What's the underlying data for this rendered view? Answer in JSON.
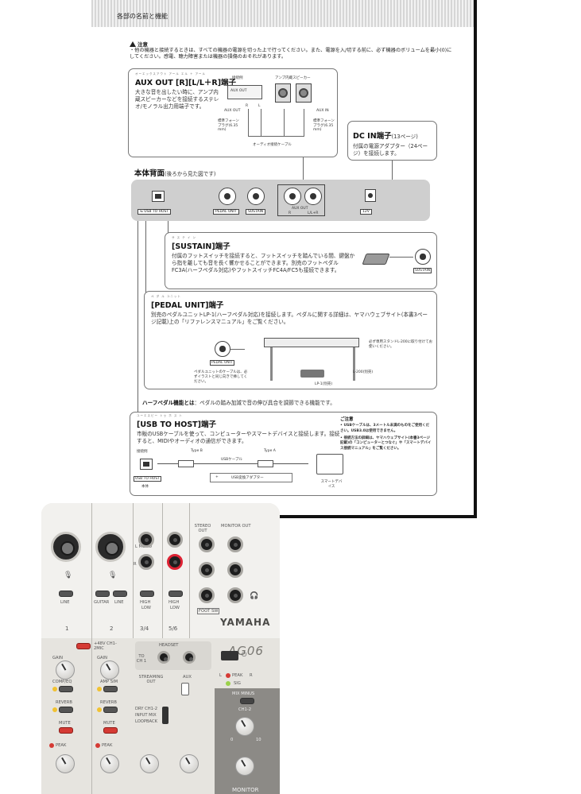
{
  "page": {
    "section_title": "各部の名前と機能"
  },
  "caution": {
    "heading": "注意",
    "text": "・他の機器と接続するときは、すべての機器の電源を切った上で行ってください。また、電源を入/切する前に、必ず機器のボリュームを最小(0)にしてください。感電、聴力障害または機器の損傷のおそれがあります。"
  },
  "aux_out": {
    "ruby": "オーエックスアウト アール エル ＋ アール",
    "title": "AUX OUT [R][L/L＋R]端子",
    "body": "大きな音を出したい時に、アンプ内蔵スピーカーなどを接続するステレオ/モノラル出力用端子です。",
    "example_label": "接続例",
    "speaker_label": "アンプ内蔵スピーカー",
    "aux_out_label": "AUX OUT",
    "aux_in_label": "AUX IN",
    "plug_left": "標準フォーンプラグ(6.35 mm)",
    "plug_right": "標準フォーンプラグ(6.35 mm)",
    "cable_label": "オーディオ接続ケーブル",
    "ch_r": "R",
    "ch_l": "L"
  },
  "dc_in": {
    "title": "DC IN端子",
    "page_ref": "(13ページ)",
    "body": "付属の電源アダプター（24ページ）を接続します。"
  },
  "rear": {
    "title": "本体背面",
    "subtitle": "(後ろから見た図です)",
    "labels": {
      "usb": "USB TO HOST",
      "pedal": "PEDAL UNIT",
      "sustain": "SUSTAIN",
      "aux_out": "AUX OUT",
      "aux_r": "R",
      "aux_l": "L/L+R",
      "dc": "12V"
    }
  },
  "sustain": {
    "ruby": "サ ス テ イ ン",
    "title": "[SUSTAIN]端子",
    "body": "付属のフットスイッチを接続すると、フットスイッチを踏んでいる間、鍵盤から指を離しても音を長く響かせることができます。別売のフットペダルFC3A(ハーフペダル対応)やフットスイッチFC4A/FC5も接続できます。",
    "jack_label": "SUSTAIN"
  },
  "pedal_unit": {
    "ruby": "ペ ダ ル ユニット",
    "title": "[PEDAL UNIT]端子",
    "body": "別売のペダルユニットLP-1(ハーフペダル対応)を接続します。ペダルに関する詳細は、ヤマハウェブサイト(本書3ページ記載)上の「リファレンスマニュアル」をご覧ください。",
    "jack_label": "PEDAL UNIT",
    "stand_note": "必ず専用スタンドL-200に取り付けてお使いください。",
    "cable_note": "ペダルユニットのケーブルは、必ずイラストと同じ向きで挿してください。",
    "lp1_label": "LP-1(別売)",
    "l200_label": "L-200(別売)"
  },
  "half_pedal": {
    "term": "ハーフペダル機能とは",
    "text": "：ペダルの踏み加減で音の伸び具合を調節できる機能です。"
  },
  "usb_to_host": {
    "ruby": "ユーエスビー トゥ ホ ス ト",
    "title": "[USB TO HOST]端子",
    "body": "市販のUSBケーブルを使って、コンピューターやスマートデバイスと接続します。接続すると、MIDIやオーディオの通信ができます。",
    "example_label": "接続例",
    "type_b": "Type B",
    "type_a": "Type A",
    "cable_label": "USBケーブル",
    "adapter_label": "USB変換アダプター",
    "plus": "+",
    "device_label": "スマートデバイス",
    "host_label": "本体",
    "port_label": "USB TO HOST",
    "notice_head": "ご注意",
    "notice_1": "USBケーブルは、3メートル未満のものをご使用ください。USB3.0は使用できません。",
    "notice_2": "接続方法の詳細は、ヤマハウェブサイト(本書3ページ記載)の「コンピューターとつなぐ」や「スマートデバイス接続マニュアル」をご覧ください。"
  },
  "mixer": {
    "brand": "YAMAHA",
    "model": "AG06",
    "labels": {
      "stereo_out": "STEREO OUT",
      "monitor_out": "MONITOR OUT",
      "mono": "L MONO",
      "r": "R",
      "line": "LINE",
      "guitar": "GUITAR",
      "line2": "LINE",
      "high": "HIGH",
      "low": "LOW",
      "high2": "HIGH",
      "low2": "LOW",
      "foot_sw": "FOOT SW",
      "ch1": "1",
      "ch2": "2",
      "ch34": "3/4",
      "ch56": "5/6",
      "phantom": "+48V CH1-2MIC",
      "headset": "HEADSET",
      "to_ch1": "TO CH 1",
      "gain1": "GAIN",
      "gain2": "GAIN",
      "comp_eq": "COMP/EQ",
      "amp_sim": "AMP SIM",
      "reverb1": "REVERB",
      "reverb2": "REVERB",
      "mute1": "MUTE",
      "mute2": "MUTE",
      "peak1": "PEAK",
      "peak2": "PEAK",
      "streaming_out": "STREAMING OUT",
      "aux": "AUX",
      "dry_ch12": "DRY CH1-2",
      "input_mix": "INPUT MIX",
      "loopback": "LOOPBACK",
      "peak_led": "PEAK",
      "sig_led": "SIG",
      "led_l": "L",
      "led_r": "R",
      "mix_minus": "MIX MINUS",
      "ch12": "CH1-2",
      "monitor": "MONITOR",
      "knob_0": "0",
      "knob_10": "10"
    }
  }
}
